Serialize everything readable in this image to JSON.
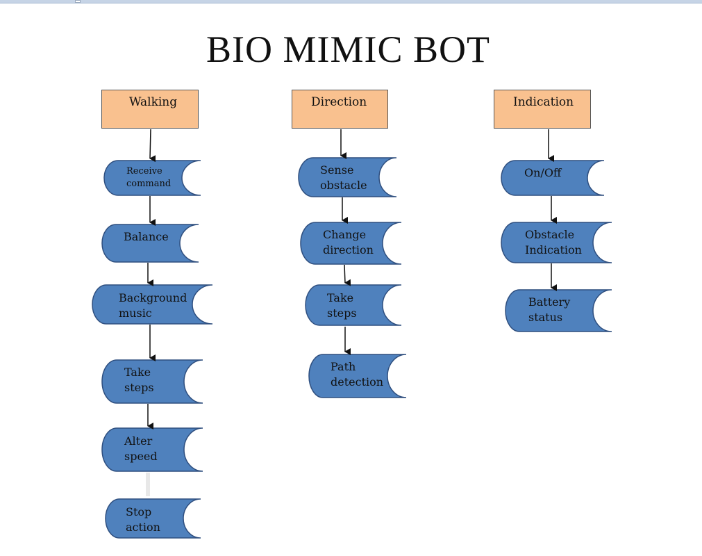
{
  "title": "BIO MIMIC BOT",
  "colors": {
    "header_fill": "#f9c18f",
    "step_fill": "#4f81bd",
    "step_stroke": "#2f4f7f"
  },
  "columns": [
    {
      "header": "Walking",
      "steps": [
        {
          "line1": "Receive",
          "line2": "command"
        },
        {
          "line1": "Balance",
          "line2": ""
        },
        {
          "line1": "Background",
          "line2": "music"
        },
        {
          "line1": "Take",
          "line2": "steps"
        },
        {
          "line1": "Alter",
          "line2": "speed"
        },
        {
          "line1": "Stop",
          "line2": "action"
        }
      ]
    },
    {
      "header": "Direction",
      "steps": [
        {
          "line1": "Sense",
          "line2": "obstacle"
        },
        {
          "line1": "Change",
          "line2": "direction"
        },
        {
          "line1": "Take",
          "line2": "steps"
        },
        {
          "line1": "Path",
          "line2": "detection"
        }
      ]
    },
    {
      "header": "Indication",
      "steps": [
        {
          "line1": "On/Off",
          "line2": ""
        },
        {
          "line1": "Obstacle",
          "line2": "Indication"
        },
        {
          "line1": "Battery",
          "line2": "status"
        }
      ]
    }
  ]
}
